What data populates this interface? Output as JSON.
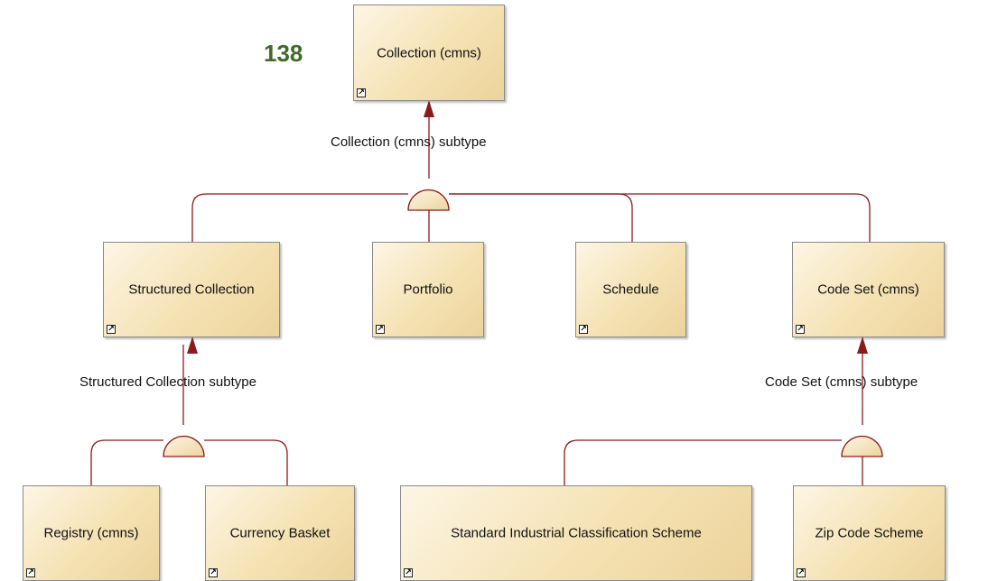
{
  "page_number": "138",
  "entities": {
    "collection": "Collection (cmns)",
    "structured_collection": "Structured Collection",
    "portfolio": "Portfolio",
    "schedule": "Schedule",
    "code_set": "Code Set (cmns)",
    "registry": "Registry (cmns)",
    "currency_basket": "Currency Basket",
    "sic_scheme": "Standard Industrial Classification Scheme",
    "zip_code_scheme": "Zip Code Scheme"
  },
  "relationships": {
    "collection_subtype": "Collection (cmns) subtype",
    "structured_collection_subtype": "Structured Collection subtype",
    "code_set_subtype": "Code Set (cmns) subtype"
  },
  "shortcut_glyph": "↗",
  "colors": {
    "connector": "#8b1a1a",
    "entity_fill": "#f5e2b3",
    "page_number": "#3f6a2a"
  }
}
